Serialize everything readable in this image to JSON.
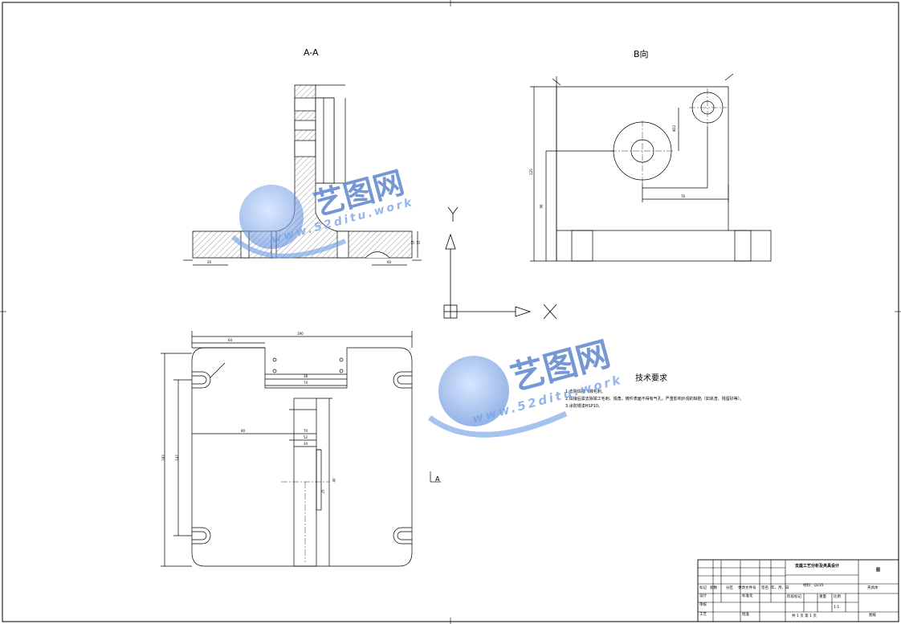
{
  "views": {
    "section_aa": "A-A",
    "view_b": "B向",
    "arrow_a": "A"
  },
  "axes": {
    "y_label": "Y",
    "x_label": "X"
  },
  "tech_requirements": {
    "title": "技术要求",
    "items": [
      "1.去除焊接飞溅毛刺。",
      "2.焊接后需去除钳工毛刺、锐角，铸件表面不得有气孔，严重影响外观的缺陷（如夹渣、残留砂等）。",
      "3.涂防锈漆HSP10。"
    ]
  },
  "title_block": {
    "project": "支座工艺分析及夹具设计",
    "material": "材料：Q235",
    "drawing_name": "夹具体",
    "code": "图",
    "row_headers": [
      "标记",
      "处数",
      "分区",
      "更改文件号",
      "签名",
      "年、月、日"
    ],
    "roles": [
      "设计",
      "审核",
      "工艺"
    ],
    "std_labels": [
      "标准化",
      "批准"
    ],
    "stage_labels": [
      "阶段标记",
      "重量",
      "比例"
    ],
    "scale": "1:1",
    "sheet": "共 1 页  第 1 页",
    "note": "图纸"
  },
  "watermark": {
    "brand": "艺图网",
    "url": "www.52ditu.work"
  },
  "dimensions": {
    "top_width": "190",
    "left_offset": "64",
    "slot_inner": "38",
    "slot_outer": "74",
    "height_total": "183",
    "height_inner": "147",
    "dim_80": "80",
    "dim_70": "70",
    "dim_52": "52",
    "dim_34": "34",
    "dim_40": "40",
    "dim_25": "25",
    "b_height": "125",
    "b_height2": "96",
    "b_width": "76",
    "b_hole": "Φ22",
    "aa_20": "20",
    "aa_60": "60",
    "aa_16": "16",
    "aa_22": "22"
  }
}
